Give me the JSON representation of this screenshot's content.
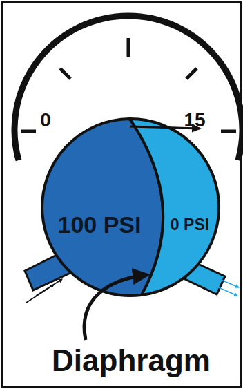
{
  "diagram": {
    "nodes": [
      {
        "text": [
          "100 PSI"
        ]
      },
      {
        "text": [
          "0 PSI"
        ]
      }
    ],
    "labels": [
      "0",
      "15",
      "Diaphragm"
    ]
  }
}
